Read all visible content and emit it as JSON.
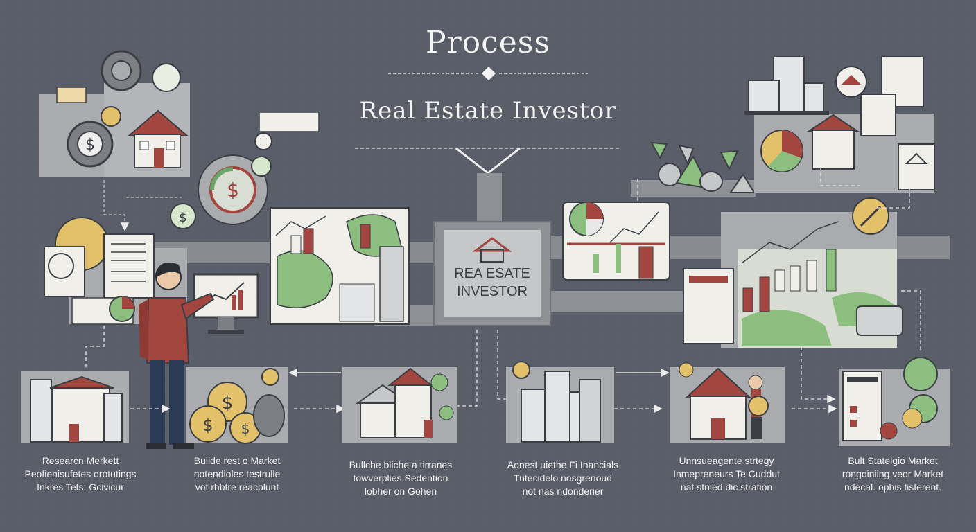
{
  "header": {
    "title": "Process",
    "subtitle": "Real Estate Investor"
  },
  "hub": {
    "line1": "REA ESATE",
    "line2": "INVESTOR"
  },
  "steps": [
    {
      "lines": [
        "Researcn Merkett",
        "Peofienisufetes orotutings",
        "Inkres Tets: Gcivicur"
      ]
    },
    {
      "lines": [
        "Bullde rest o Market",
        "notendioles testrulle",
        "vot rhbtre reacolunt"
      ]
    },
    {
      "lines": [
        "Bullche bliche a tirranes",
        "towverplies Sedention",
        "lobher on Gohen"
      ]
    },
    {
      "lines": [
        "Aonest uiethe Fi Inancials",
        "Tutecidelo nosgrenoud",
        "not nas ndonderier"
      ]
    },
    {
      "lines": [
        "Unnsueagente strtegy",
        "Inmepreneurs Te Cuddut",
        "nat stnied dic stration"
      ]
    },
    {
      "lines": [
        "Bult Statelgio Market",
        "rongoiniing veor  Market",
        "ndecal. ophis tisterent."
      ]
    }
  ],
  "colors": {
    "background": "#595e68",
    "panel": "#a9abae",
    "panel_dark": "#8d9094",
    "accent_red": "#a2463f",
    "accent_green": "#8cbf7f",
    "accent_gold": "#e3c06a",
    "paper": "#f0efea"
  },
  "icons": [
    "gear-icon",
    "dollar-icon",
    "house-icon",
    "document-icon",
    "globe-icon",
    "chart-icon",
    "pie-chart-icon",
    "map-icon",
    "building-icon",
    "coins-icon",
    "lightbulb-icon",
    "person-icon",
    "monitor-icon",
    "rocket-icon",
    "rocks-icon"
  ]
}
